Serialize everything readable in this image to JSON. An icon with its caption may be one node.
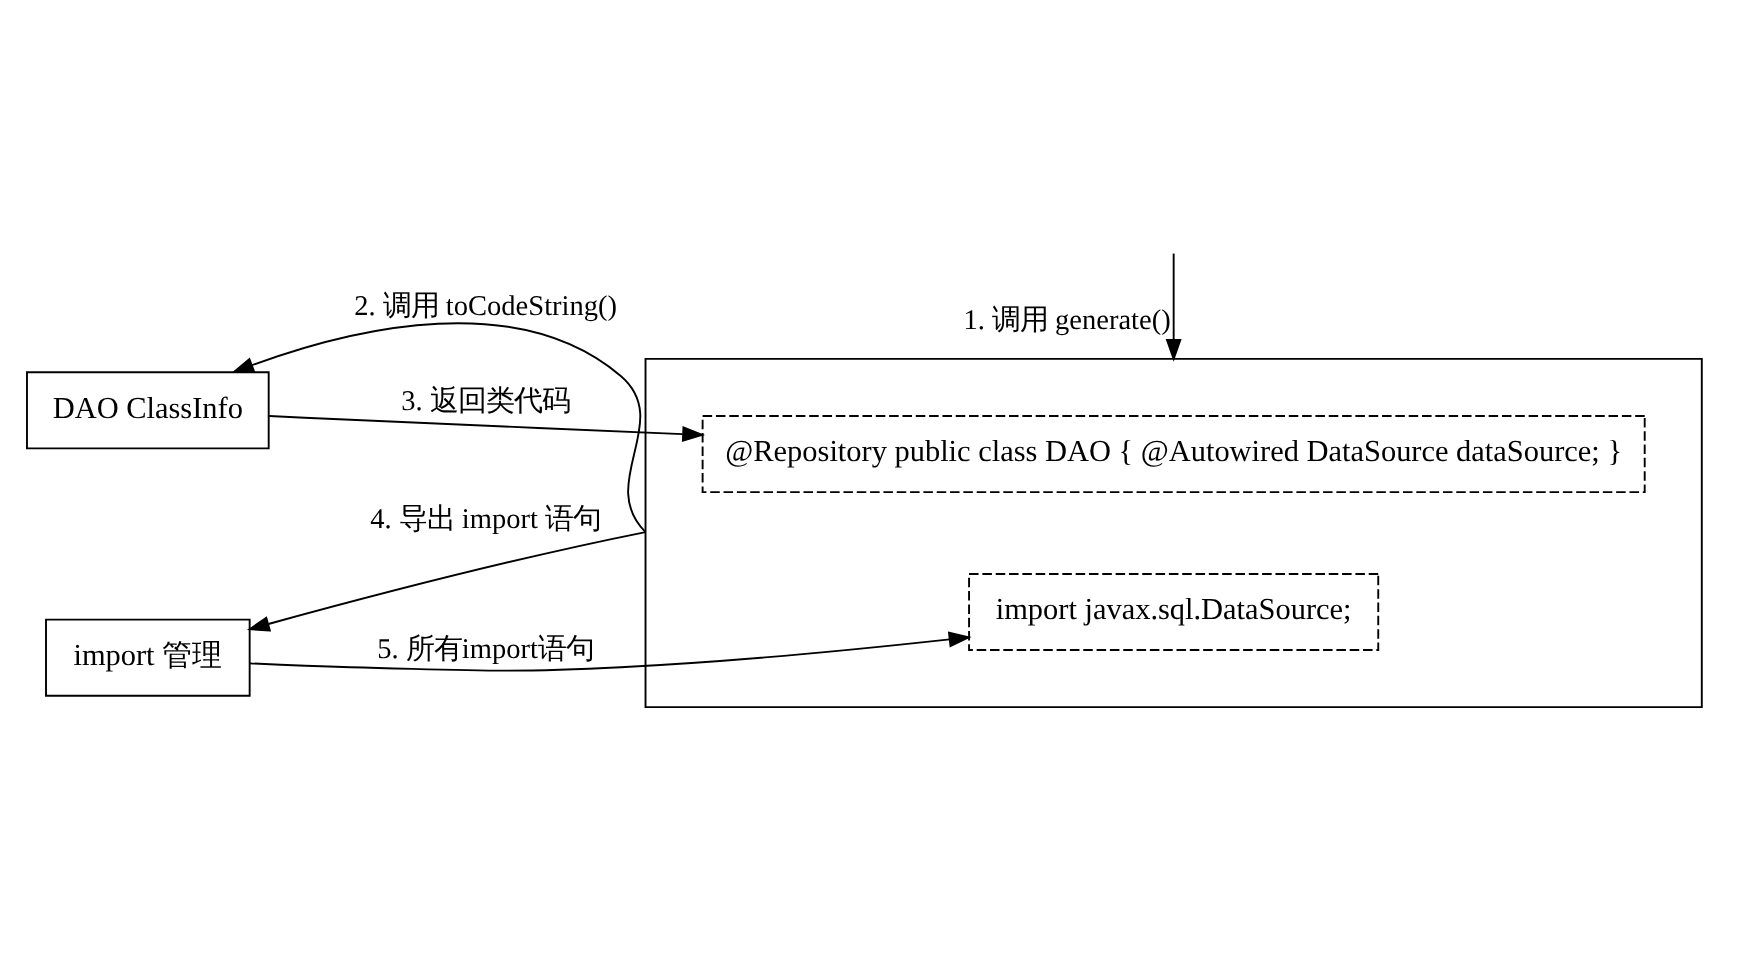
{
  "diagram": {
    "nodes": [
      {
        "text": [],
        "shape": "box"
      },
      {
        "text": [
          "import 管理"
        ]
      },
      {
        "text": [
          "import javax.sql.DataSource;"
        ],
        "in": 0
      },
      {
        "text": [
          "@Repository public class DAO { @Autowired DataSource dataSource; }"
        ],
        "in": 0
      },
      {
        "text": [
          "DAO ClassInfo"
        ]
      }
    ],
    "edges": [
      {
        "from": null,
        "to": 0,
        "arrow": "to",
        "label": "1. 调用 generate()"
      },
      {
        "from": 0,
        "to": 4,
        "arrow": "to",
        "label": "2. 调用 toCodeString()"
      },
      {
        "from": 4,
        "to": 3,
        "arrow": "to",
        "label": "3. 返回类代码"
      },
      {
        "from": 0,
        "to": 1,
        "arrow": "to",
        "label": "4. 导出 import 语句"
      },
      {
        "from": 1,
        "to": 2,
        "arrow": "to",
        "label": "5. 所有import语句"
      }
    ]
  }
}
